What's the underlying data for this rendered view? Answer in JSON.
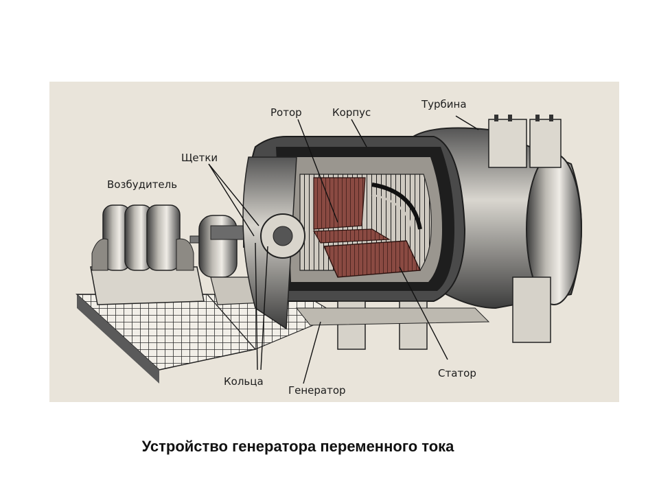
{
  "figure": {
    "labels": {
      "rotor": "Ротор",
      "korpus": "Корпус",
      "turbina": "Турбина",
      "shchetki": "Щетки",
      "vozbuditel": "Возбудитель",
      "koltsa": "Кольца",
      "generator": "Генератор",
      "stator": "Статор"
    }
  },
  "caption": "Устройство генератора переменного тока"
}
